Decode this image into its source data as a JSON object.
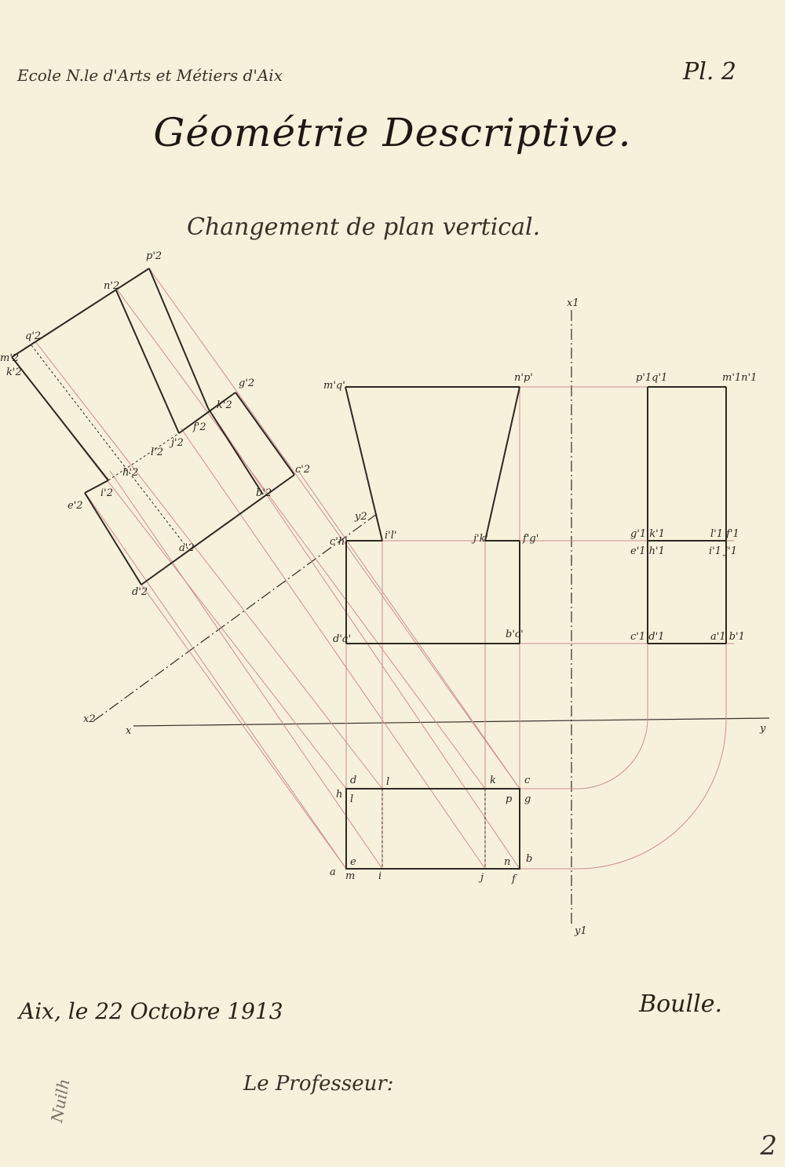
{
  "header": {
    "school": "Ecole N.le d'Arts et Métiers d'Aix",
    "plate": "Pl. 2",
    "title": "Géométrie Descriptive.",
    "subtitle": "Changement de plan vertical."
  },
  "footer": {
    "date": "Aix, le 22 Octobre 1913",
    "student": "Boulle.",
    "professor": "Le Professeur:",
    "note": "Nuilh",
    "sheet_number": "2"
  },
  "labels": {
    "x": "x",
    "y": "y",
    "x1": "x1",
    "y1": "y1",
    "x2": "x2",
    "y2": "y2",
    "a": "a",
    "m": "m",
    "e": "e",
    "i": "i",
    "j": "j",
    "n": "n",
    "f": "f",
    "b": "b",
    "h": "h",
    "d": "d",
    "l": "l",
    "g": "g",
    "k": "k",
    "p": "p",
    "c": "c",
    "mq": "m'q'",
    "np": "n'p'",
    "ch": "c'h'",
    "il": "i'l'",
    "jk": "j'k'",
    "fg": "f'g'",
    "da": "d'a'",
    "bc": "b'c'",
    "pq1": "p'1q'1",
    "mn1": "m'1n'1",
    "gk1": "g'1 k'1",
    "lf1": "l'1 f'1",
    "eh1": "e'1 h'1",
    "ij1": "i'1 j'1",
    "cd1": "c'1 d'1",
    "ab1": "a'1 b'1",
    "p2": "p'2",
    "n2": "n'2",
    "q2": "q'2",
    "m2": "m'2",
    "k2": "k'2",
    "g2": "g'2",
    "f2": "f'2",
    "j2": "j'2",
    "l2": "l'2",
    "h2": "h'2",
    "c2": "c'2",
    "e2": "e'2",
    "i2": "i'2",
    "b2": "b'2",
    "a2": "a'2",
    "d2": "d'2"
  }
}
